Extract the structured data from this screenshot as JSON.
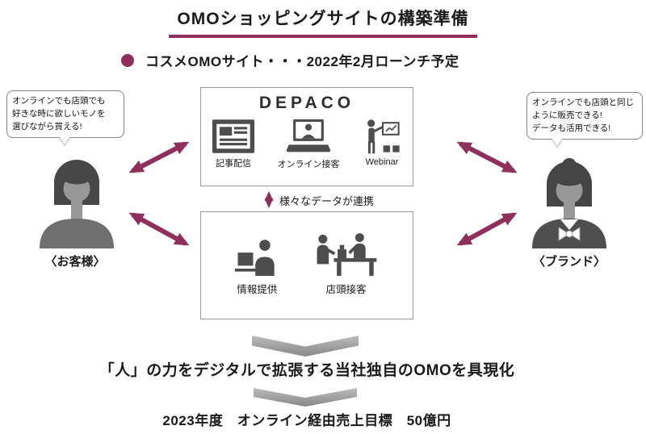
{
  "title": "OMOショッピングサイトの構築準備",
  "subtitle": "コスメOMOサイト・・・2022年2月ローンチ予定",
  "customer": {
    "bubble_lines": [
      "オンラインでも店頭でも",
      "好きな時に欲しいモノを",
      "選びながら買える!"
    ],
    "label": "〈お客様〉"
  },
  "brand": {
    "bubble_lines": [
      "オンラインでも店頭と同じ",
      "ように販売できる!",
      "データも活用できる!"
    ],
    "label": "〈ブランド〉"
  },
  "online_box": {
    "logo": "DEPACO",
    "items": [
      {
        "label": "記事配信",
        "icon": "article-icon"
      },
      {
        "label": "オンライン接客",
        "icon": "laptop-person-icon"
      },
      {
        "label": "Webinar",
        "icon": "webinar-icon"
      }
    ]
  },
  "connector_label": "様々なデータが連携",
  "offline_box": {
    "items": [
      {
        "label": "情報提供",
        "icon": "person-laptop-icon"
      },
      {
        "label": "店頭接客",
        "icon": "store-counter-icon"
      }
    ]
  },
  "statements": {
    "line1": "「人」の力をデジタルで拡張する当社独自のOMOを具現化",
    "line2": "2023年度　オンライン経由売上目標　50億円"
  },
  "colors": {
    "accent": "#8e2f5c",
    "box_border": "#9a9a9a",
    "icon_gray": "#4d4d4d",
    "chevron_gray": "#9c9c9c"
  }
}
